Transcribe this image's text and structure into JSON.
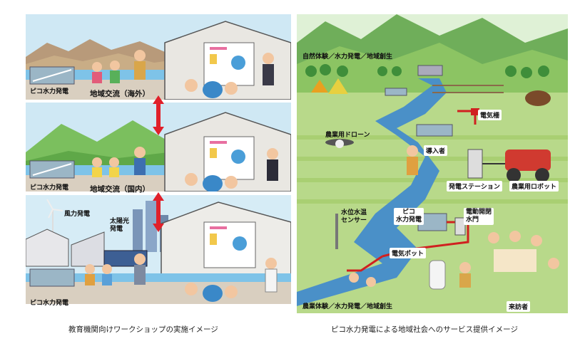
{
  "left_panel": {
    "scene1": {
      "title": "地域交流（海外）",
      "hydro_label": "ピコ水力発電"
    },
    "scene2": {
      "title": "地域交流（国内）",
      "hydro_label": "ピコ水力発電"
    },
    "scene3": {
      "wind_label": "風力発電",
      "solar_label": "太陽光\n発電",
      "hydro_label": "ピコ水力発電"
    },
    "caption": "教育機関向けワークショップの実施イメージ"
  },
  "right_panel": {
    "labels": {
      "top_activities": "自然体験／水力発電／地域創生",
      "electric_fence": "電気柵",
      "farm_drone": "農業用ドローン",
      "adopter": "導入者",
      "charging_station": "発電ステーション",
      "farm_robot": "農業用ロボット",
      "water_sensor": "水位水温\nセンサー",
      "pico_hydro": "ピコ\n水力発電",
      "electric_gate": "電動開閉\n水門",
      "electric_pot": "電気ポット",
      "bottom_activities": "農業体験／水力発電／地域創生",
      "visitors": "来訪者"
    },
    "caption": "ピコ水力発電による地域社会へのサービス提供イメージ"
  },
  "colors": {
    "sky": "#c8e6f2",
    "mountain": "#6fae5a",
    "grass": "#8cc463",
    "river": "#4a90c8",
    "arrow_red": "#e0202a",
    "cable_red": "#d02020"
  }
}
